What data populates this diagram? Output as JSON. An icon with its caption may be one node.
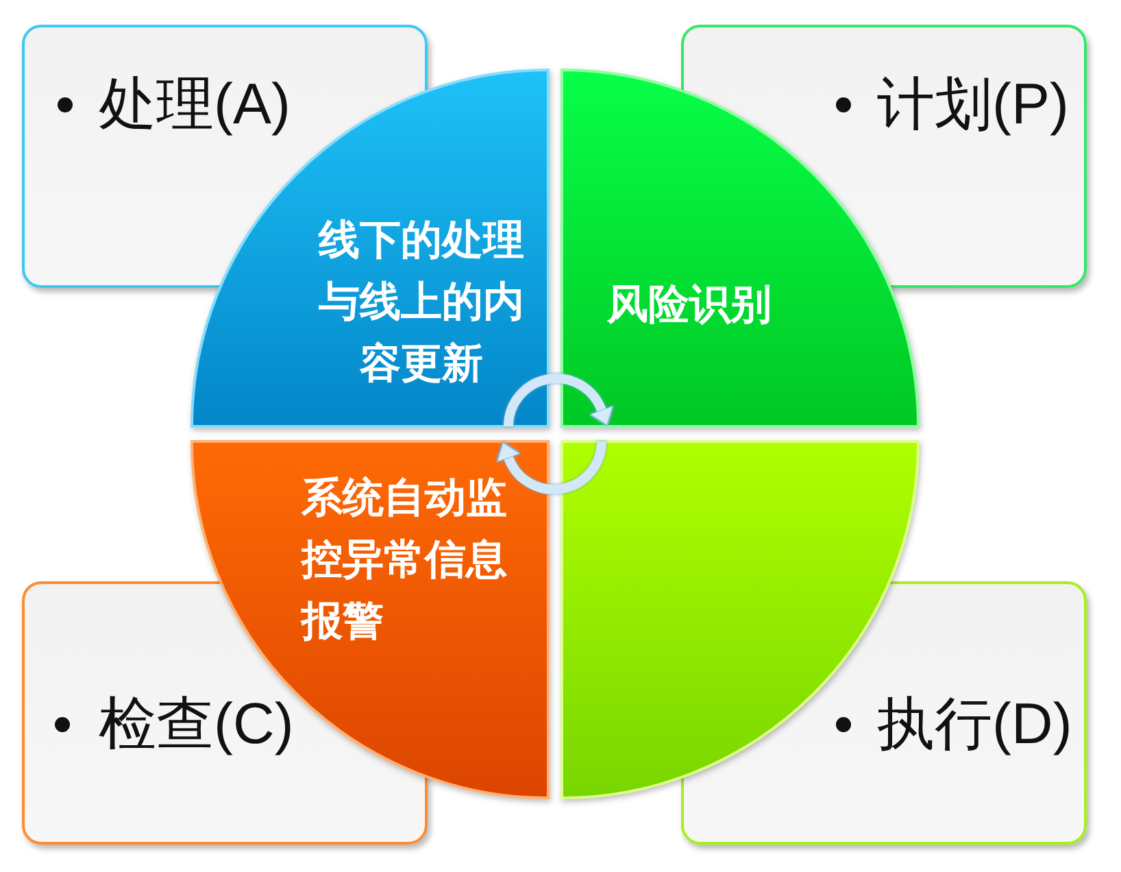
{
  "diagram": {
    "nodes": [
      {
        "text": [
          "处理(A)"
        ]
      },
      {
        "text": [
          "计划(P)"
        ]
      },
      {
        "text": [
          "线下的处理与线上的内容更新"
        ]
      },
      {
        "text": [
          "风险识别"
        ]
      },
      {
        "text": [
          "系统自动监控异常信息报警"
        ]
      },
      {
        "text": [],
        "shape": "sector"
      },
      {
        "text": [
          "检查(C)"
        ]
      },
      {
        "text": [
          "执行(D)"
        ]
      }
    ],
    "edges": [
      {
        "from": 2,
        "to": 3,
        "arrow": "to"
      },
      {
        "from": 5,
        "to": 4,
        "arrow": "to"
      }
    ]
  }
}
